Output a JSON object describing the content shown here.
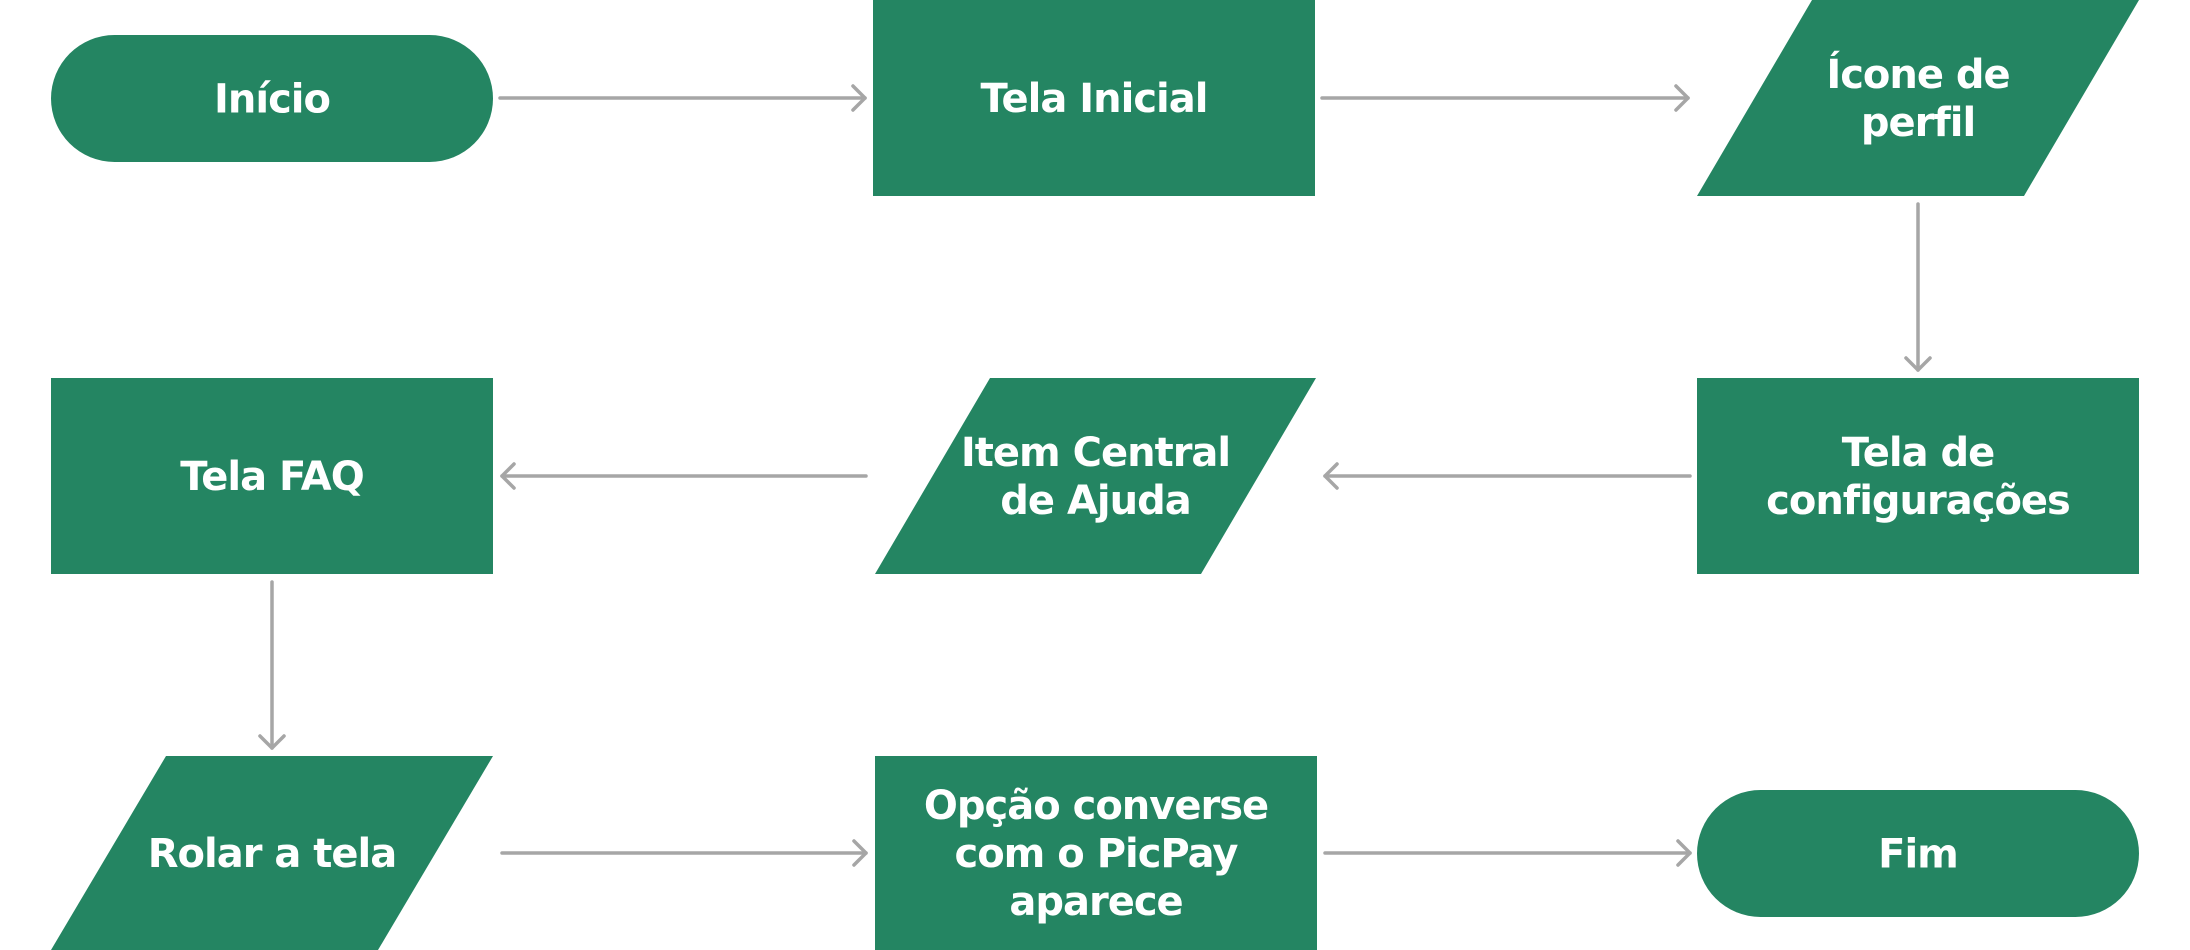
{
  "diagram": {
    "colors": {
      "node_fill": "#248562",
      "edge": "#a6a6a6",
      "text": "#ffffff"
    },
    "nodes": [
      {
        "id": "inicio",
        "shape": "terminal",
        "lines": [
          "Início"
        ]
      },
      {
        "id": "tela-inicial",
        "shape": "process",
        "lines": [
          "Tela Inicial"
        ]
      },
      {
        "id": "icone-perfil",
        "shape": "input-output",
        "lines": [
          "Ícone de",
          "perfil"
        ]
      },
      {
        "id": "tela-configuracoes",
        "shape": "process",
        "lines": [
          "Tela de",
          "configurações"
        ]
      },
      {
        "id": "item-central-ajuda",
        "shape": "input-output",
        "lines": [
          "Item Central",
          "de Ajuda"
        ]
      },
      {
        "id": "tela-faq",
        "shape": "process",
        "lines": [
          "Tela FAQ"
        ]
      },
      {
        "id": "rolar-tela",
        "shape": "input-output",
        "lines": [
          "Rolar a tela"
        ]
      },
      {
        "id": "opcao-converse",
        "shape": "process",
        "lines": [
          "Opção converse",
          "com o PicPay",
          "aparece"
        ]
      },
      {
        "id": "fim",
        "shape": "terminal",
        "lines": [
          "Fim"
        ]
      }
    ],
    "edges": [
      {
        "from": "inicio",
        "to": "tela-inicial"
      },
      {
        "from": "tela-inicial",
        "to": "icone-perfil"
      },
      {
        "from": "icone-perfil",
        "to": "tela-configuracoes"
      },
      {
        "from": "tela-configuracoes",
        "to": "item-central-ajuda"
      },
      {
        "from": "item-central-ajuda",
        "to": "tela-faq"
      },
      {
        "from": "tela-faq",
        "to": "rolar-tela"
      },
      {
        "from": "rolar-tela",
        "to": "opcao-converse"
      },
      {
        "from": "opcao-converse",
        "to": "fim"
      }
    ]
  }
}
